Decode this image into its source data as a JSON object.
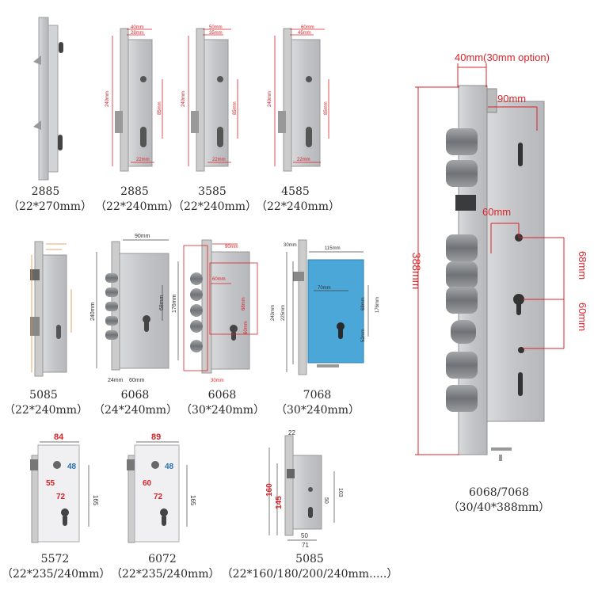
{
  "products": [
    {
      "model": "2885",
      "size": "（22*270mm）"
    },
    {
      "model": "2885",
      "size": "（22*240mm）"
    },
    {
      "model": "3585",
      "size": "（22*240mm）"
    },
    {
      "model": "4585",
      "size": "（22*240mm）"
    },
    {
      "model": "5085",
      "size": "（22*240mm）"
    },
    {
      "model": "6068",
      "size": "（24*240mm）"
    },
    {
      "model": "6068",
      "size": "（30*240mm）"
    },
    {
      "model": "7068",
      "size": "（30*240mm）"
    },
    {
      "model": "5572",
      "size": "（22*235/240mm）"
    },
    {
      "model": "6072",
      "size": "（22*235/240mm）"
    },
    {
      "model": "5085",
      "size": "（22*160/180/200/240mm.....）"
    },
    {
      "model": "6068/7068",
      "size": "（30/40*388mm）"
    }
  ],
  "dims": {
    "d2885_a": "40mm",
    "d2885_b": "28mm",
    "d2885_c": "240mm",
    "d2885_d": "85mm",
    "d2885_e": "22mm",
    "d3585_a": "50mm",
    "d3585_b": "35mm",
    "d3585_c": "240mm",
    "d3585_d": "85mm",
    "d3585_e": "22mm",
    "d4585_a": "60mm",
    "d4585_b": "45mm",
    "d4585_c": "240mm",
    "d4585_d": "85mm",
    "d4585_e": "22mm",
    "d6068a_w": "90mm",
    "d6068a_h": "240mm",
    "d6068a_h2": "176mm",
    "d6068a_c": "68mm",
    "d6068a_b1": "24mm",
    "d6068a_b2": "60mm",
    "d6068b_w": "90mm",
    "d6068b_c": "60mm",
    "d6068b_d": "68mm",
    "d6068b_e": "60mm",
    "d6068b_b": "30mm",
    "d7068_a": "30mm",
    "d7068_b": "115mm",
    "d7068_c": "240mm",
    "d7068_d": "225mm",
    "d7068_e": "70mm",
    "d7068_f": "68mm",
    "d7068_g": "52mm",
    "d7068_h": "176mm",
    "d5572_w": "84",
    "d5572_a": "48",
    "d5572_b": "55",
    "d5572_c": "72",
    "d5572_h": "165",
    "d6072_w": "89",
    "d6072_a": "48",
    "d6072_b": "60",
    "d6072_c": "72",
    "d6072_h": "165",
    "d5085_top": "22",
    "d5085_h1": "160",
    "d5085_h2": "145",
    "d5085_a": "103",
    "d5085_b": "50",
    "d5085_c": "50",
    "d5085_d": "71",
    "big_top": "40mm(30mm option)",
    "big_90": "90mm",
    "big_388": "388mm",
    "big_60a": "60mm",
    "big_68": "68mm",
    "big_60b": "60mm"
  },
  "colors": {
    "red": "#d8232a",
    "steel": "#c9cacc",
    "blue": "#4aa7d8",
    "orange": "#e0893a"
  }
}
